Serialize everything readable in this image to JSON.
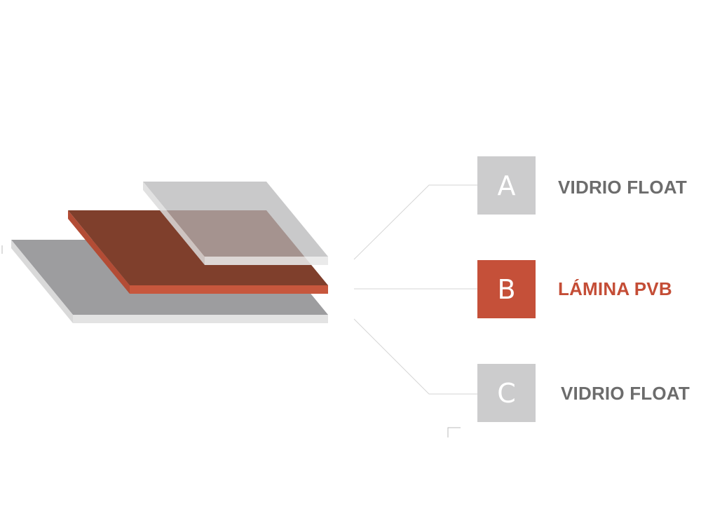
{
  "colors": {
    "glass_top": "#9c9c9e",
    "glass_edge": "#e3e3e3",
    "pvb_top": "#7f3f2c",
    "pvb_edge": "#c7573d",
    "badge_grey": "#cccccd",
    "badge_red": "#c55039",
    "label_grey": "#6c6c6c",
    "label_red": "#c44d36",
    "connector": "#d5d5d5"
  },
  "layers": [
    {
      "letter": "A",
      "label": "VIDRIO FLOAT",
      "kind": "glass"
    },
    {
      "letter": "B",
      "label": "LÁMINA PVB",
      "kind": "pvb"
    },
    {
      "letter": "C",
      "label": "VIDRIO FLOAT",
      "kind": "glass"
    }
  ]
}
